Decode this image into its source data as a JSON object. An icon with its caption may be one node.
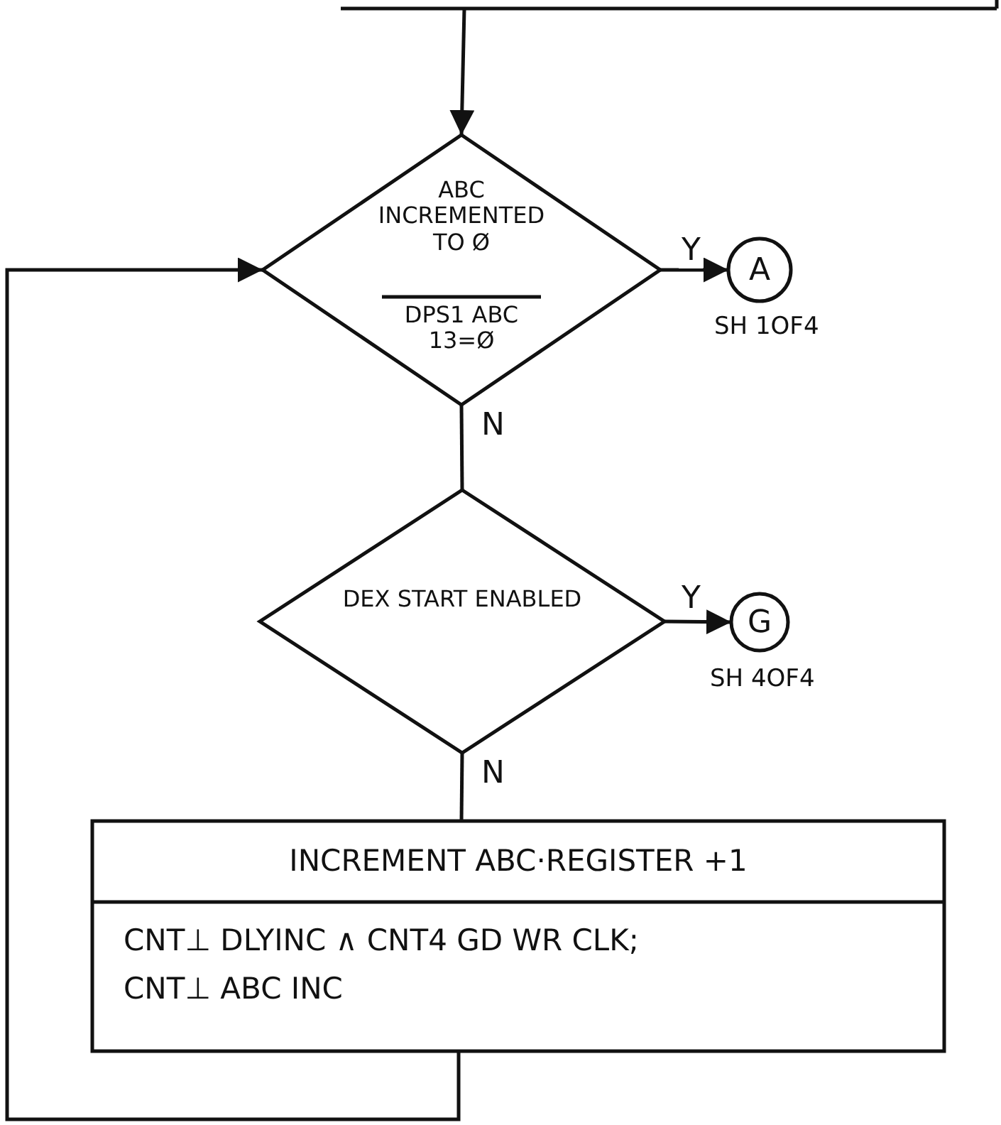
{
  "diagram": {
    "nodes": [
      {
        "text": [],
        "shape": "box"
      },
      {
        "text": [
          "ABC INCREMENTED TO Ø",
          "DPS1 ABC 13=Ø"
        ]
      },
      {
        "text": [
          "A"
        ],
        "beside": [
          "SH 1OF4"
        ]
      },
      {
        "text": [
          "DEX START ENABLED"
        ]
      },
      {
        "text": [
          "G"
        ],
        "beside": [
          "SH 4OF4"
        ]
      },
      {
        "text": [
          "INCREMENT ABC·REGISTER +1",
          "CNT⊥ DLYINC ∧ CNT4 GD WR CLK; CNT⊥ ABC INC"
        ]
      }
    ],
    "edges": [
      {
        "from": 0,
        "to": 1,
        "arrow": "to"
      },
      {
        "from": 1,
        "to": 2,
        "arrow": "to",
        "label": "Y"
      },
      {
        "from": 1,
        "to": 3,
        "arrow": "none",
        "label": "N"
      },
      {
        "from": 3,
        "to": 4,
        "arrow": "to",
        "label": "Y"
      },
      {
        "from": 3,
        "to": 5,
        "arrow": "none",
        "label": "N"
      },
      {
        "from": 5,
        "to": 1,
        "arrow": "to"
      }
    ]
  }
}
